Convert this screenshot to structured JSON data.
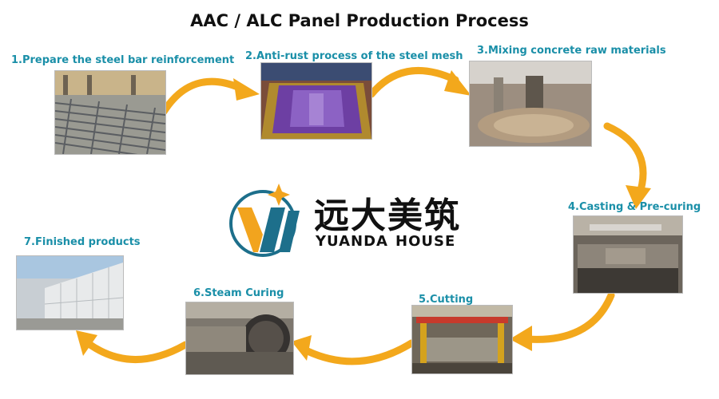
{
  "title": "AAC / ALC Panel Production Process",
  "colors": {
    "label": "#1a8fa8",
    "arrow": "#f3a81c",
    "logo_orange": "#f2a41e",
    "logo_teal": "#1d6f8b"
  },
  "steps": [
    {
      "label": "1.Prepare the steel bar reinforcement"
    },
    {
      "label": "2.Anti-rust process of the steel mesh"
    },
    {
      "label": "3.Mixing concrete raw materials"
    },
    {
      "label": "4.Casting & Pre-curing"
    },
    {
      "label": "5.Cutting"
    },
    {
      "label": "6.Steam Curing"
    },
    {
      "label": "7.Finished products"
    }
  ],
  "logo": {
    "chinese": "远大美筑",
    "english_left": "YUANDA",
    "english_right": "HOUSE"
  }
}
